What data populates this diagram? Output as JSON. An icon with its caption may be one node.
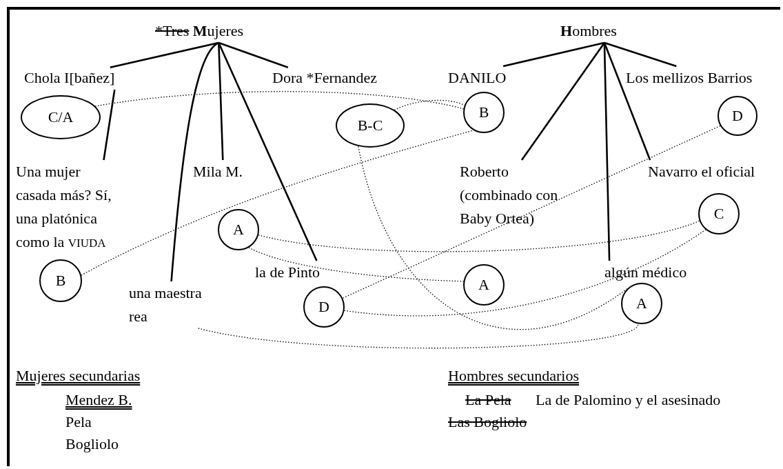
{
  "diagram": {
    "nodes": [
      {
        "text": [
          "*Tres Mujeres"
        ]
      },
      {
        "text": [
          "Hombres"
        ]
      },
      {
        "text": [
          "Chola I[bañez]"
        ]
      },
      {
        "text": [
          "Dora *Fernandez"
        ]
      },
      {
        "text": [
          "DANILO"
        ]
      },
      {
        "text": [
          "Los mellizos Barrios"
        ]
      },
      {
        "text": [
          "C/A"
        ]
      },
      {
        "text": [
          "B-C"
        ]
      },
      {
        "text": [
          "B"
        ]
      },
      {
        "text": [
          "D"
        ]
      },
      {
        "text": [
          "Una mujer casada más? Sí, una platónica como la VIUDA"
        ]
      },
      {
        "text": [
          "Mila M."
        ]
      },
      {
        "text": [
          "Roberto (combinado con Baby Ortea)"
        ]
      },
      {
        "text": [
          "Navarro el oficial"
        ]
      },
      {
        "text": [
          "A"
        ]
      },
      {
        "text": [
          "C"
        ]
      },
      {
        "text": [
          "B"
        ]
      },
      {
        "text": [
          "la de Pinto"
        ]
      },
      {
        "text": [
          "una maestra rea"
        ]
      },
      {
        "text": [
          "A"
        ]
      },
      {
        "text": [
          "algún médico"
        ]
      },
      {
        "text": [
          "D"
        ]
      },
      {
        "text": [
          "A"
        ]
      }
    ],
    "edges": [
      {
        "from": 0,
        "to": 2,
        "arrow": "none"
      },
      {
        "from": 0,
        "to": 3,
        "arrow": "none"
      },
      {
        "from": 0,
        "to": 18,
        "arrow": "none"
      },
      {
        "from": 0,
        "to": 11,
        "arrow": "none"
      },
      {
        "from": 0,
        "to": 17,
        "arrow": "none"
      },
      {
        "from": 2,
        "to": 10,
        "arrow": "none"
      },
      {
        "from": 1,
        "to": 4,
        "arrow": "none"
      },
      {
        "from": 1,
        "to": 5,
        "arrow": "none"
      },
      {
        "from": 1,
        "to": 12,
        "arrow": "none"
      },
      {
        "from": 1,
        "to": 20,
        "arrow": "none"
      },
      {
        "from": 1,
        "to": 13,
        "arrow": "none"
      },
      {
        "from": 6,
        "to": 8,
        "arrow": "none",
        "style": "dashed"
      },
      {
        "from": 7,
        "to": 8,
        "arrow": "none",
        "style": "dashed"
      },
      {
        "from": 7,
        "to": 22,
        "arrow": "none",
        "style": "dashed"
      },
      {
        "from": 16,
        "to": 8,
        "arrow": "none",
        "style": "dashed"
      },
      {
        "from": 9,
        "to": 21,
        "arrow": "none",
        "style": "dashed"
      },
      {
        "from": 14,
        "to": 15,
        "arrow": "none",
        "style": "dashed"
      },
      {
        "from": 14,
        "to": 19,
        "arrow": "none",
        "style": "dashed"
      },
      {
        "from": 21,
        "to": 15,
        "arrow": "none",
        "style": "dashed"
      },
      {
        "from": 18,
        "to": 22,
        "arrow": "none",
        "style": "dashed"
      }
    ],
    "labels": [
      "Mujeres secundarias",
      "Mendez B.",
      "Pela",
      "Bogliolo",
      "Hombres secundarios",
      "La Pela",
      "La de Palomino y el asesinado",
      "Las Bogliolo"
    ]
  }
}
